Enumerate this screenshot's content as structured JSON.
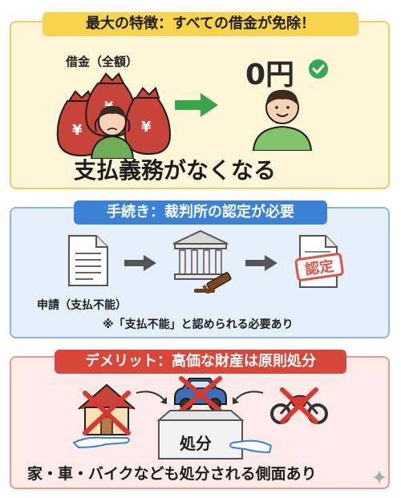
{
  "section1": {
    "heading": "最大の特徴：すべての借金が免除！",
    "debt_label": "借金（全額）",
    "yen_sign": "¥",
    "zero_label": "0円",
    "result_text": "支払義務がなくなる"
  },
  "section2": {
    "heading": "手続き：裁判所の認定が必要",
    "application_label": "申請（支払不能）",
    "stamp_label": "認定",
    "note": "※「支払不能」と認められる必要あり"
  },
  "section3": {
    "heading": "デメリット：高価な財産は原則処分",
    "box_label": "処分",
    "footer_text": "家・車・バイクなども処分される側面あり"
  },
  "colors": {
    "yellow_accent": "#f7d44c",
    "blue_accent": "#3b82d6",
    "red_accent": "#d8473a",
    "green_arrow": "#3aa44a",
    "check_green": "#34a853"
  },
  "icons": [
    "money-bag-icon",
    "stressed-person-icon",
    "green-arrow-icon",
    "check-icon",
    "happy-person-icon",
    "document-icon",
    "courthouse-icon",
    "gavel-icon",
    "approval-stamp-icon",
    "house-icon",
    "car-icon",
    "motorcycle-icon",
    "hand-icon",
    "box-icon",
    "sparkle-icon"
  ]
}
